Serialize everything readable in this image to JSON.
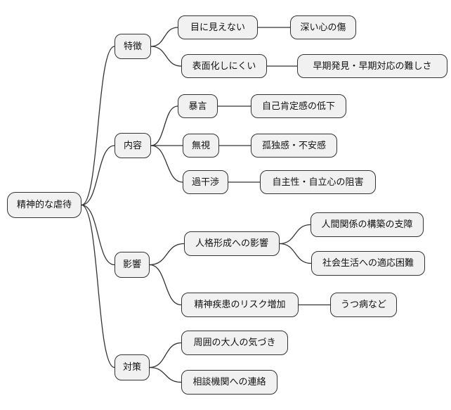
{
  "diagram": {
    "type": "mindmap",
    "title": "精神的な虐待",
    "nodes": [
      {
        "id": "root",
        "label": "精神的な虐待",
        "level": 0
      },
      {
        "id": "tokucho",
        "label": "特徴",
        "level": 1
      },
      {
        "id": "me",
        "label": "目に見えない",
        "level": 2
      },
      {
        "id": "fukai",
        "label": "深い心の傷",
        "level": 3
      },
      {
        "id": "hyomen",
        "label": "表面化しにくい",
        "level": 2
      },
      {
        "id": "soki",
        "label": "早期発見・早期対応の難しさ",
        "level": 3
      },
      {
        "id": "naiyo",
        "label": "内容",
        "level": 1
      },
      {
        "id": "bogen",
        "label": "暴言",
        "level": 2
      },
      {
        "id": "jiko",
        "label": "自己肯定感の低下",
        "level": 3
      },
      {
        "id": "mushi",
        "label": "無視",
        "level": 2
      },
      {
        "id": "kodoku",
        "label": "孤独感・不安感",
        "level": 3
      },
      {
        "id": "kakansho",
        "label": "過干渉",
        "level": 2
      },
      {
        "id": "jishusei",
        "label": "自主性・自立心の阻害",
        "level": 3
      },
      {
        "id": "eikyo",
        "label": "影響",
        "level": 1
      },
      {
        "id": "jinkaku",
        "label": "人格形成への影響",
        "level": 2
      },
      {
        "id": "ningen",
        "label": "人間関係の構築の支障",
        "level": 3
      },
      {
        "id": "shakai",
        "label": "社会生活への適応困難",
        "level": 3
      },
      {
        "id": "seishin",
        "label": "精神疾患のリスク増加",
        "level": 2
      },
      {
        "id": "utsu",
        "label": "うつ病など",
        "level": 3
      },
      {
        "id": "taisaku",
        "label": "対策",
        "level": 1
      },
      {
        "id": "shui",
        "label": "周囲の大人の気づき",
        "level": 2
      },
      {
        "id": "sodan",
        "label": "相談機関への連絡",
        "level": 2
      }
    ],
    "edges": [
      [
        "root",
        "tokucho"
      ],
      [
        "root",
        "naiyo"
      ],
      [
        "root",
        "eikyo"
      ],
      [
        "root",
        "taisaku"
      ],
      [
        "tokucho",
        "me"
      ],
      [
        "tokucho",
        "hyomen"
      ],
      [
        "me",
        "fukai"
      ],
      [
        "hyomen",
        "soki"
      ],
      [
        "naiyo",
        "bogen"
      ],
      [
        "naiyo",
        "mushi"
      ],
      [
        "naiyo",
        "kakansho"
      ],
      [
        "bogen",
        "jiko"
      ],
      [
        "mushi",
        "kodoku"
      ],
      [
        "kakansho",
        "jishusei"
      ],
      [
        "eikyo",
        "jinkaku"
      ],
      [
        "eikyo",
        "seishin"
      ],
      [
        "jinkaku",
        "ningen"
      ],
      [
        "jinkaku",
        "shakai"
      ],
      [
        "seishin",
        "utsu"
      ],
      [
        "taisaku",
        "shui"
      ],
      [
        "taisaku",
        "sodan"
      ]
    ],
    "colors": {
      "background": "#ffffff",
      "node_fill": "#f1f1f1",
      "node_border": "#333333",
      "edge": "#333333",
      "text": "#111111"
    }
  }
}
